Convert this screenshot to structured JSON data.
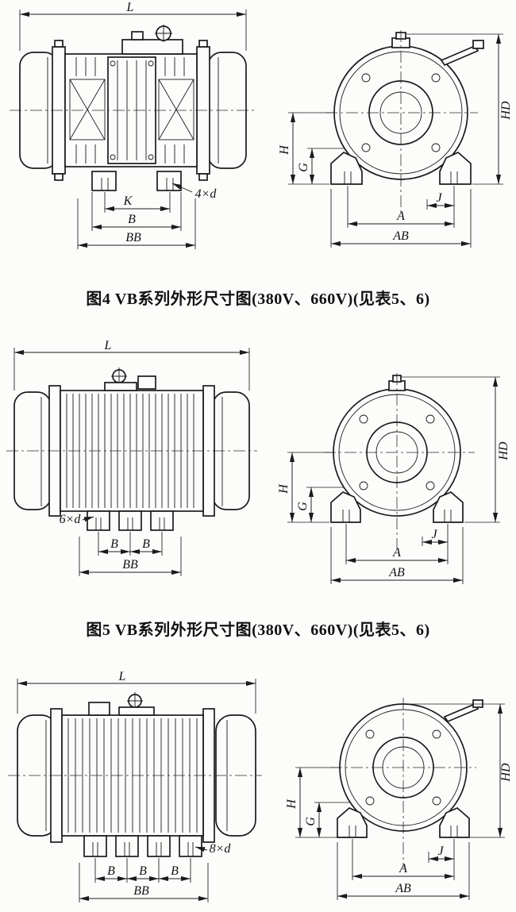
{
  "style": {
    "paper": "#fcfcfa",
    "ink": "#1b1b1b"
  },
  "figures": [
    {
      "caption": "图4 VB系列外形尺寸图(380V、660V)(见表5、6)",
      "side_view": {
        "L": "L",
        "K": "K",
        "B": "B",
        "BB": "BB",
        "holes": "4×d"
      },
      "end_view": {
        "H": "H",
        "G": "G",
        "HD": "HD",
        "J": "J",
        "A": "A",
        "AB": "AB"
      }
    },
    {
      "caption": "图5 VB系列外形尺寸图(380V、660V)(见表5、6)",
      "side_view": {
        "L": "L",
        "B": "B",
        "BB": "BB",
        "holes": "6×d"
      },
      "end_view": {
        "H": "H",
        "G": "G",
        "HD": "HD",
        "J": "J",
        "A": "A",
        "AB": "AB"
      }
    },
    {
      "side_view": {
        "L": "L",
        "B": "B",
        "BB": "BB",
        "holes": "8×d"
      },
      "end_view": {
        "H": "H",
        "G": "G",
        "HD": "HD",
        "J": "J",
        "A": "A",
        "AB": "AB"
      }
    }
  ]
}
